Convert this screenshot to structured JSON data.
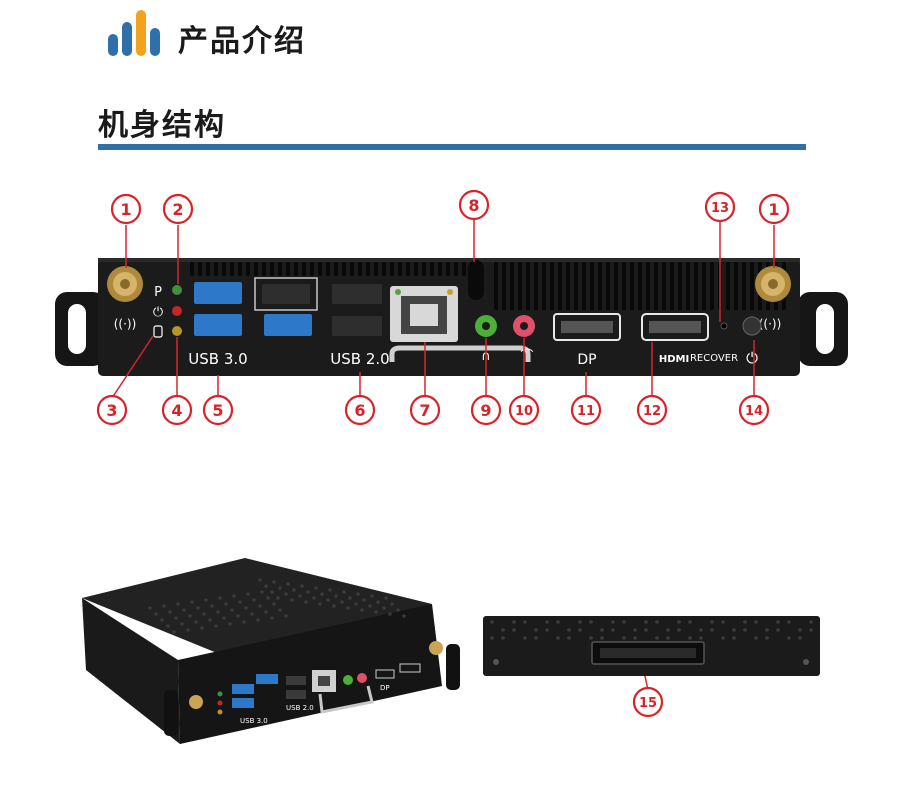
{
  "header": {
    "title": "产品介绍",
    "logo_colors": [
      "#2f70a8",
      "#2f70a8",
      "#f4a21c",
      "#2f70a8"
    ]
  },
  "section": {
    "title": "机身结构",
    "rule_color": "#2f70a8"
  },
  "front_panel": {
    "led_labels": {
      "power": "P"
    },
    "port_labels": {
      "usb3": "USB 3.0",
      "usb2": "USB 2.0",
      "dp": "DP",
      "hdmi": "HDMI",
      "recover": "RECOVER"
    }
  },
  "callouts": {
    "c1": "1",
    "c2": "2",
    "c3": "3",
    "c4": "4",
    "c5": "5",
    "c6": "6",
    "c7": "7",
    "c8": "8",
    "c9": "9",
    "c10": "10",
    "c11": "11",
    "c12": "12",
    "c13": "13",
    "c14": "14",
    "c15": "15"
  },
  "colors": {
    "callout": "#d7242a",
    "usb3_blue": "#2d78c8",
    "audio_green": "#4caf38",
    "audio_pink": "#e0506a"
  }
}
